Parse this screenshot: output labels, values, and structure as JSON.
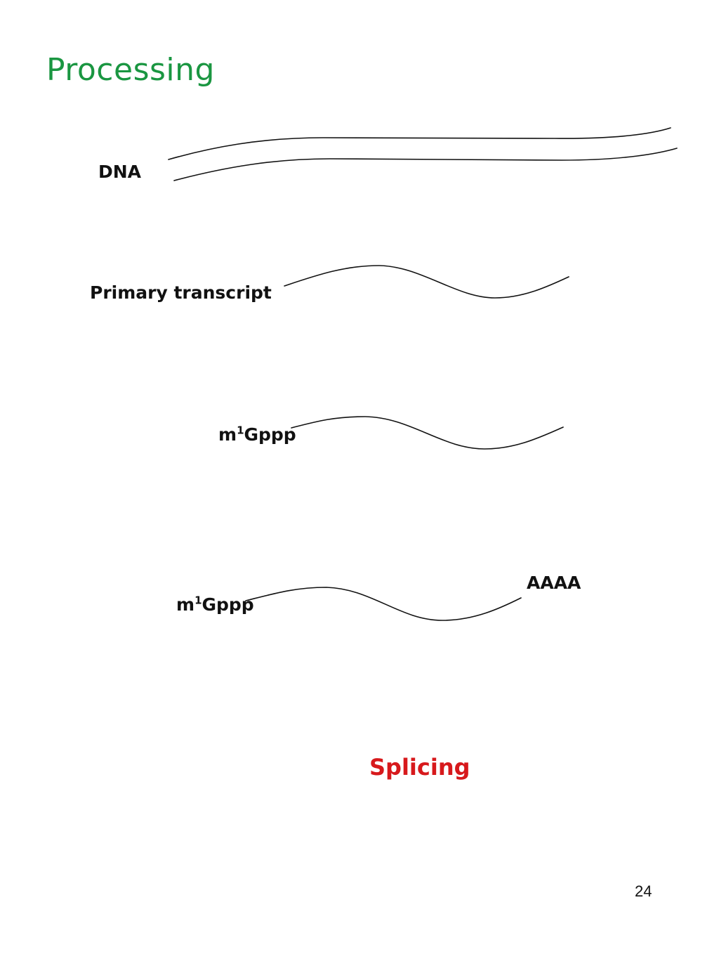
{
  "slide": {
    "title": "Processing",
    "page_number": "24"
  },
  "labels": {
    "dna": "DNA",
    "primary_transcript": "Primary transcript",
    "cap_base": "m",
    "cap_superscript": "1",
    "cap_suffix": "Gppp",
    "polya_tail": "AAAA",
    "splicing": "Splicing"
  },
  "colors": {
    "title": "#1a9641",
    "splicing": "#d7191c",
    "text": "#111111"
  }
}
